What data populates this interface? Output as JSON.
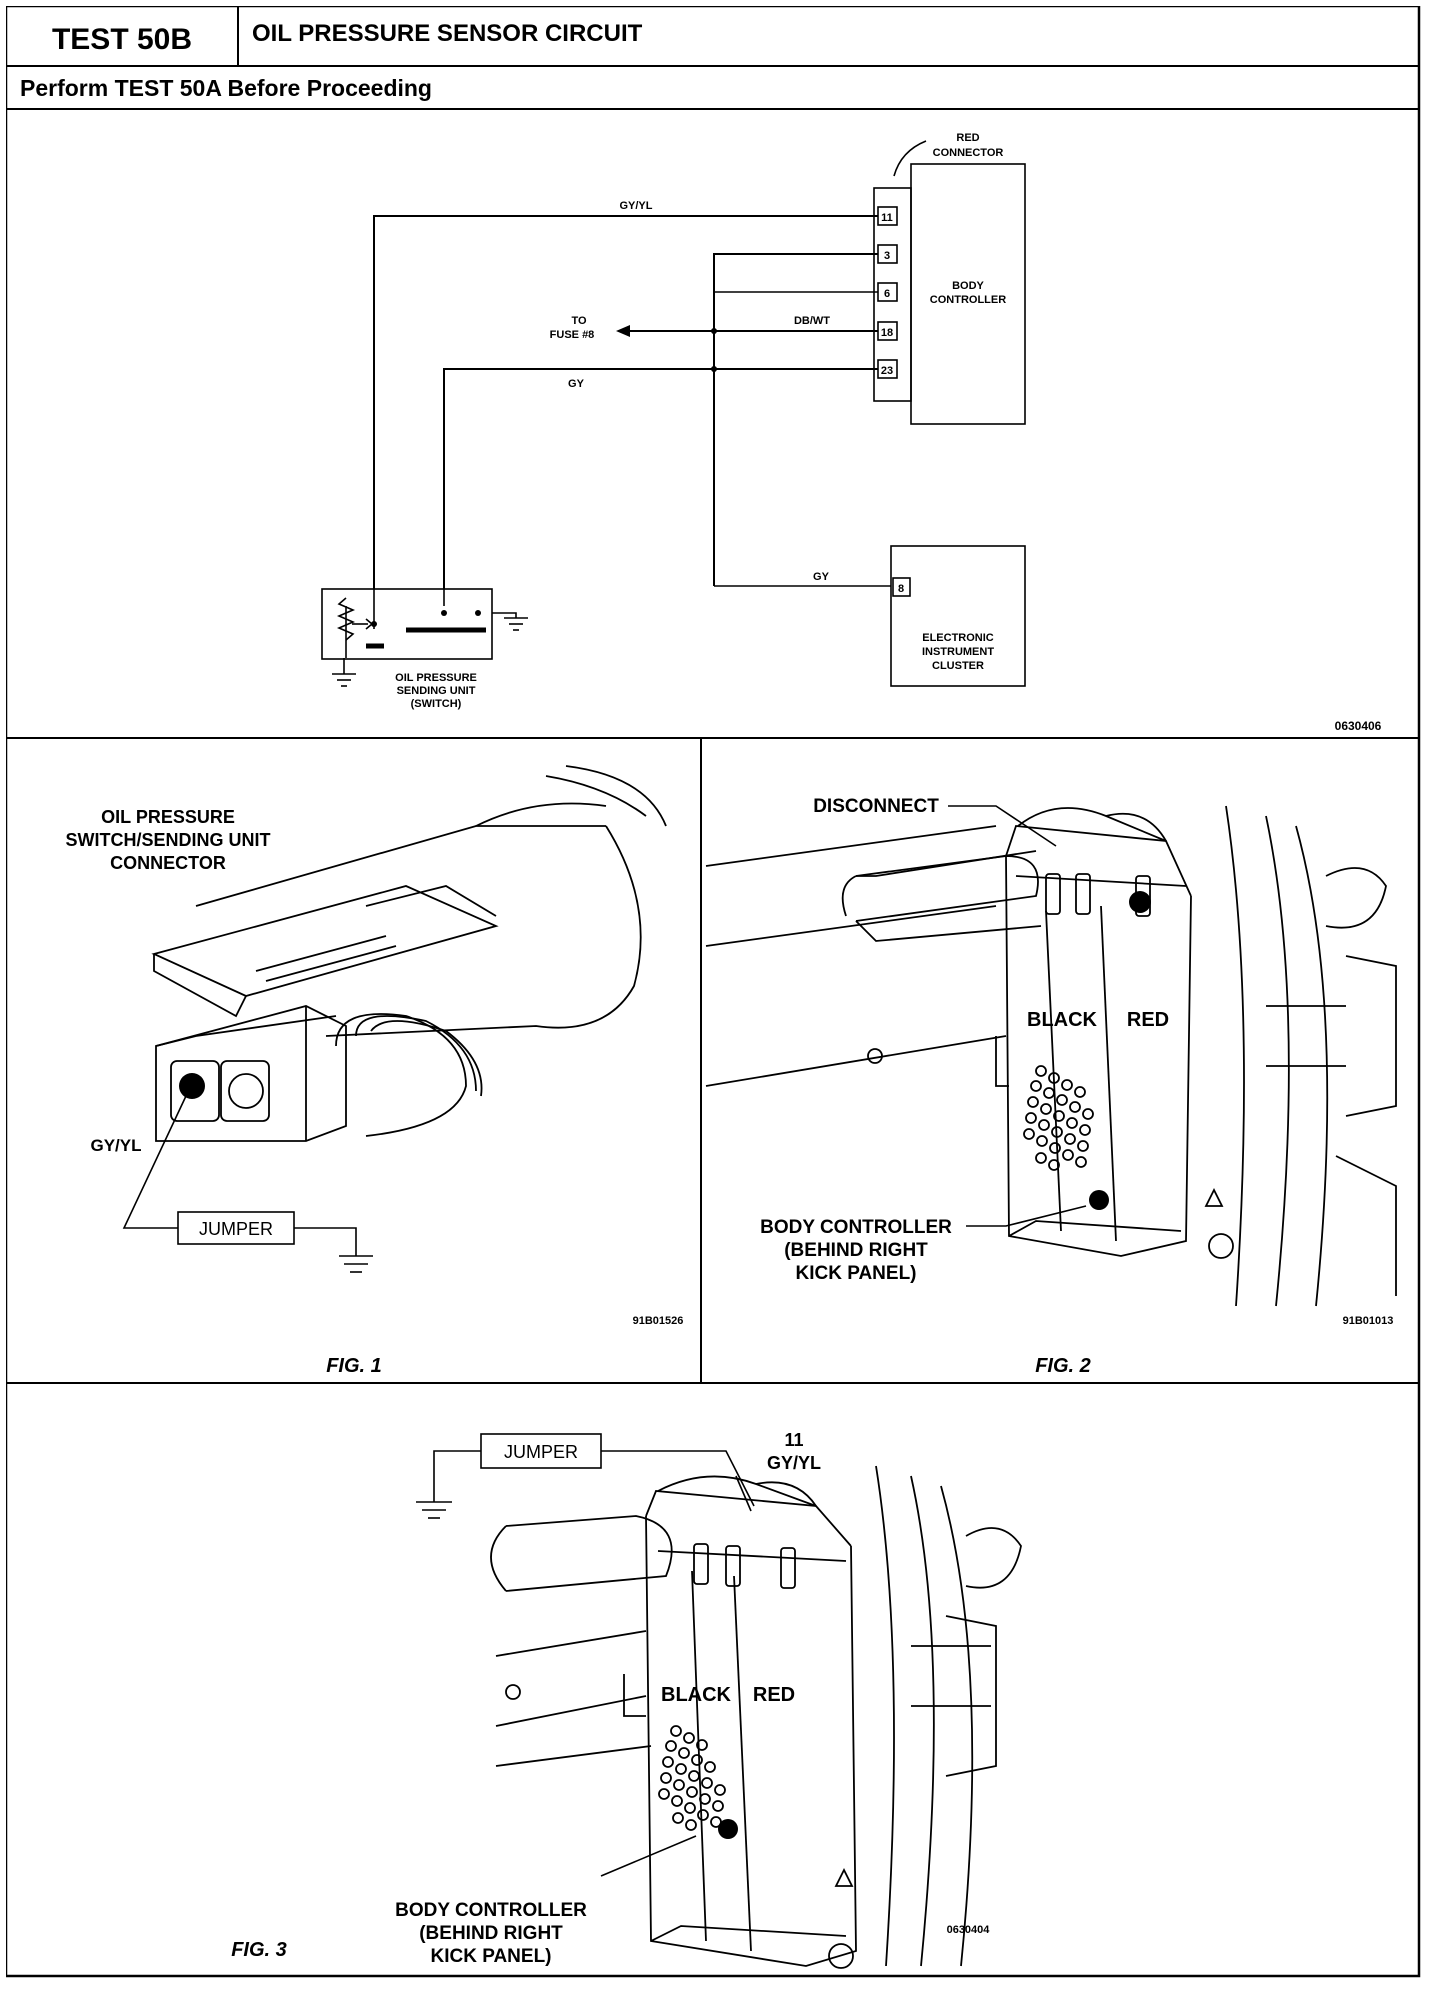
{
  "header": {
    "test_label": "TEST 50B",
    "title": "OIL PRESSURE SENSOR CIRCUIT",
    "subtitle": "Perform TEST 50A Before Proceeding"
  },
  "schematic": {
    "connector_label_1": "RED",
    "connector_label_2": "CONNECTOR",
    "body_controller_1": "BODY",
    "body_controller_2": "CONTROLLER",
    "pins": [
      "11",
      "3",
      "6",
      "18",
      "23"
    ],
    "wire_gy_yl": "GY/YL",
    "wire_db_wt": "DB/WT",
    "wire_gy_top": "GY",
    "wire_gy_bottom": "GY",
    "fuse_1": "TO",
    "fuse_2": "FUSE #8",
    "cluster_pin": "8",
    "cluster_1": "ELECTRONIC",
    "cluster_2": "INSTRUMENT",
    "cluster_3": "CLUSTER",
    "sender_1": "OIL PRESSURE",
    "sender_2": "SENDING UNIT",
    "sender_3": "(SWITCH)",
    "code": "0630406"
  },
  "fig1": {
    "label_1": "OIL PRESSURE",
    "label_2": "SWITCH/SENDING UNIT",
    "label_3": "CONNECTOR",
    "wire": "GY/YL",
    "jumper": "JUMPER",
    "code": "91B01526",
    "caption": "FIG. 1"
  },
  "fig2": {
    "disconnect": "DISCONNECT",
    "black": "BLACK",
    "red": "RED",
    "bc_1": "BODY CONTROLLER",
    "bc_2": "(BEHIND RIGHT",
    "bc_3": "KICK PANEL)",
    "code": "91B01013",
    "caption": "FIG. 2"
  },
  "fig3": {
    "jumper": "JUMPER",
    "pin": "11",
    "wire": "GY/YL",
    "black": "BLACK",
    "red": "RED",
    "bc_1": "BODY CONTROLLER",
    "bc_2": "(BEHIND RIGHT",
    "bc_3": "KICK PANEL)",
    "code": "0630404",
    "caption": "FIG. 3"
  }
}
